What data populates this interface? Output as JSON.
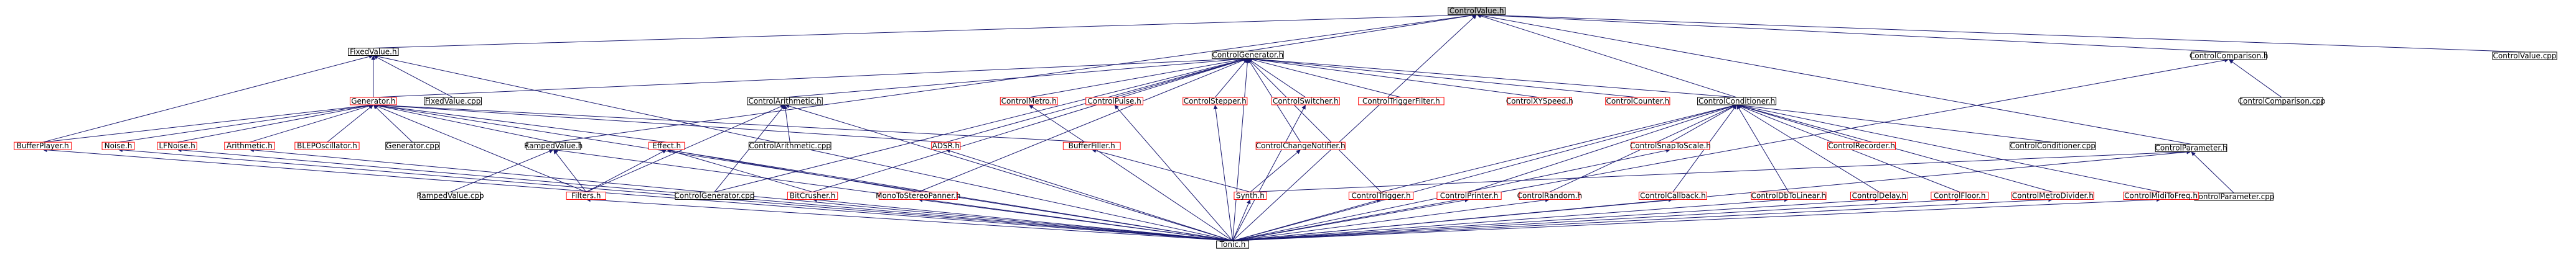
{
  "graph": {
    "type": "include-dependency-graph",
    "colors": {
      "edge": "#191970",
      "node_border_default": "#000000",
      "node_border_linked": "#ff0000",
      "root_fill": "#bfbfbf",
      "node_fill": "#ffffff",
      "text": "#000000"
    },
    "nodes": [
      {
        "id": "ControlValue.h",
        "label": "ControlValue.h",
        "root": true,
        "red": false
      },
      {
        "id": "FixedValue.h",
        "label": "FixedValue.h",
        "red": false
      },
      {
        "id": "ControlGenerator.h",
        "label": "ControlGenerator.h",
        "red": false
      },
      {
        "id": "ControlConditioner.h",
        "label": "ControlConditioner.h",
        "red": false
      },
      {
        "id": "ControlComparison.h",
        "label": "ControlComparison.h",
        "red": false
      },
      {
        "id": "ControlValue.cpp",
        "label": "ControlValue.cpp",
        "red": false
      },
      {
        "id": "Generator.h",
        "label": "Generator.h",
        "red": true
      },
      {
        "id": "FixedValue.cpp",
        "label": "FixedValue.cpp",
        "red": false
      },
      {
        "id": "ControlArithmetic.h",
        "label": "ControlArithmetic.h",
        "red": false
      },
      {
        "id": "ControlMetro.h",
        "label": "ControlMetro.h",
        "red": true
      },
      {
        "id": "ControlPulse.h",
        "label": "ControlPulse.h",
        "red": true
      },
      {
        "id": "ControlStepper.h",
        "label": "ControlStepper.h",
        "red": true
      },
      {
        "id": "ControlSwitcher.h",
        "label": "ControlSwitcher.h",
        "red": true
      },
      {
        "id": "ControlTriggerFilter.h",
        "label": "ControlTriggerFilter.h",
        "red": true
      },
      {
        "id": "ControlXYSpeed.h",
        "label": "ControlXYSpeed.h",
        "red": true
      },
      {
        "id": "ControlCounter.h",
        "label": "ControlCounter.h",
        "red": true
      },
      {
        "id": "ControlComparison.cpp",
        "label": "ControlComparison.cpp",
        "red": false
      },
      {
        "id": "ControlParameter.h",
        "label": "ControlParameter.h",
        "red": false
      },
      {
        "id": "BufferPlayer.h",
        "label": "BufferPlayer.h",
        "red": true
      },
      {
        "id": "Noise.h",
        "label": "Noise.h",
        "red": true
      },
      {
        "id": "LFNoise.h",
        "label": "LFNoise.h",
        "red": true
      },
      {
        "id": "Arithmetic.h",
        "label": "Arithmetic.h",
        "red": true
      },
      {
        "id": "BLEPOscillator.h",
        "label": "BLEPOscillator.h",
        "red": true
      },
      {
        "id": "Generator.cpp",
        "label": "Generator.cpp",
        "red": false
      },
      {
        "id": "RampedValue.h",
        "label": "RampedValue.h",
        "red": false
      },
      {
        "id": "ControlArithmetic.cpp",
        "label": "ControlArithmetic.cpp",
        "red": false
      },
      {
        "id": "Effect.h",
        "label": "Effect.h",
        "red": true
      },
      {
        "id": "ADSR.h",
        "label": "ADSR.h",
        "red": true
      },
      {
        "id": "BufferFiller.h",
        "label": "BufferFiller.h",
        "red": true
      },
      {
        "id": "ControlChangeNotifier.h",
        "label": "ControlChangeNotifier.h",
        "red": true
      },
      {
        "id": "ControlSnapToScale.h",
        "label": "ControlSnapToScale.h",
        "red": true
      },
      {
        "id": "ControlRecorder.h",
        "label": "ControlRecorder.h",
        "red": true
      },
      {
        "id": "ControlConditioner.cpp",
        "label": "ControlConditioner.cpp",
        "red": false
      },
      {
        "id": "ControlParameter.cpp",
        "label": "ControlParameter.cpp",
        "red": false
      },
      {
        "id": "RampedValue.cpp",
        "label": "RampedValue.cpp",
        "red": false
      },
      {
        "id": "ControlGenerator.cpp",
        "label": "ControlGenerator.cpp",
        "red": false
      },
      {
        "id": "Filters.h",
        "label": "Filters.h",
        "red": true
      },
      {
        "id": "BitCrusher.h",
        "label": "BitCrusher.h",
        "red": true
      },
      {
        "id": "MonoToStereoPanner.h",
        "label": "MonoToStereoPanner.h",
        "red": true
      },
      {
        "id": "Synth.h",
        "label": "Synth.h",
        "red": true
      },
      {
        "id": "ControlTrigger.h",
        "label": "ControlTrigger.h",
        "red": true
      },
      {
        "id": "ControlPrinter.h",
        "label": "ControlPrinter.h",
        "red": true
      },
      {
        "id": "ControlRandom.h",
        "label": "ControlRandom.h",
        "red": true
      },
      {
        "id": "ControlCallback.h",
        "label": "ControlCallback.h",
        "red": true
      },
      {
        "id": "ControlDbToLinear.h",
        "label": "ControlDbToLinear.h",
        "red": true
      },
      {
        "id": "ControlDelay.h",
        "label": "ControlDelay.h",
        "red": true
      },
      {
        "id": "ControlFloor.h",
        "label": "ControlFloor.h",
        "red": true
      },
      {
        "id": "ControlMetroDivider.h",
        "label": "ControlMetroDivider.h",
        "red": true
      },
      {
        "id": "ControlMidiToFreq.h",
        "label": "ControlMidiToFreq.h",
        "red": true
      },
      {
        "id": "Tonic.h",
        "label": "Tonic.h",
        "red": false
      }
    ],
    "edges": [
      [
        "FixedValue.h",
        "ControlValue.h"
      ],
      [
        "ControlGenerator.h",
        "ControlValue.h"
      ],
      [
        "ControlConditioner.h",
        "ControlValue.h"
      ],
      [
        "ControlComparison.h",
        "ControlValue.h"
      ],
      [
        "ControlValue.cpp",
        "ControlValue.h"
      ],
      [
        "RampedValue.h",
        "ControlValue.h"
      ],
      [
        "ControlParameter.h",
        "ControlValue.h"
      ],
      [
        "Tonic.h",
        "ControlValue.h"
      ],
      [
        "Generator.h",
        "FixedValue.h"
      ],
      [
        "FixedValue.cpp",
        "FixedValue.h"
      ],
      [
        "BufferPlayer.h",
        "FixedValue.h"
      ],
      [
        "Tonic.h",
        "FixedValue.h"
      ],
      [
        "Generator.h",
        "ControlGenerator.h"
      ],
      [
        "ControlArithmetic.h",
        "ControlGenerator.h"
      ],
      [
        "ControlMetro.h",
        "ControlGenerator.h"
      ],
      [
        "ControlPulse.h",
        "ControlGenerator.h"
      ],
      [
        "ControlStepper.h",
        "ControlGenerator.h"
      ],
      [
        "ControlSwitcher.h",
        "ControlGenerator.h"
      ],
      [
        "ControlTriggerFilter.h",
        "ControlGenerator.h"
      ],
      [
        "ControlXYSpeed.h",
        "ControlGenerator.h"
      ],
      [
        "ControlCounter.h",
        "ControlGenerator.h"
      ],
      [
        "ControlConditioner.h",
        "ControlGenerator.h"
      ],
      [
        "ControlGenerator.cpp",
        "ControlGenerator.h"
      ],
      [
        "ADSR.h",
        "ControlGenerator.h"
      ],
      [
        "ControlChangeNotifier.h",
        "ControlGenerator.h"
      ],
      [
        "BitCrusher.h",
        "ControlGenerator.h"
      ],
      [
        "MonoToStereoPanner.h",
        "ControlGenerator.h"
      ],
      [
        "ControlTrigger.h",
        "ControlGenerator.h"
      ],
      [
        "Tonic.h",
        "ControlGenerator.h"
      ],
      [
        "ControlComparison.cpp",
        "ControlComparison.h"
      ],
      [
        "Tonic.h",
        "ControlComparison.h"
      ],
      [
        "BufferPlayer.h",
        "Generator.h"
      ],
      [
        "Noise.h",
        "Generator.h"
      ],
      [
        "LFNoise.h",
        "Generator.h"
      ],
      [
        "Arithmetic.h",
        "Generator.h"
      ],
      [
        "BLEPOscillator.h",
        "Generator.h"
      ],
      [
        "Generator.cpp",
        "Generator.h"
      ],
      [
        "RampedValue.h",
        "Generator.h"
      ],
      [
        "Effect.h",
        "Generator.h"
      ],
      [
        "ADSR.h",
        "Generator.h"
      ],
      [
        "BufferFiller.h",
        "Generator.h"
      ],
      [
        "Filters.h",
        "Generator.h"
      ],
      [
        "Tonic.h",
        "Generator.h"
      ],
      [
        "ControlArithmetic.cpp",
        "ControlArithmetic.h"
      ],
      [
        "ControlGenerator.cpp",
        "ControlArithmetic.h"
      ],
      [
        "Filters.h",
        "ControlArithmetic.h"
      ],
      [
        "Tonic.h",
        "ControlArithmetic.h"
      ],
      [
        "ControlSnapToScale.h",
        "ControlConditioner.h"
      ],
      [
        "ControlRecorder.h",
        "ControlConditioner.h"
      ],
      [
        "ControlConditioner.cpp",
        "ControlConditioner.h"
      ],
      [
        "ControlPrinter.h",
        "ControlConditioner.h"
      ],
      [
        "ControlRandom.h",
        "ControlConditioner.h"
      ],
      [
        "ControlCallback.h",
        "ControlConditioner.h"
      ],
      [
        "ControlDbToLinear.h",
        "ControlConditioner.h"
      ],
      [
        "ControlDelay.h",
        "ControlConditioner.h"
      ],
      [
        "ControlFloor.h",
        "ControlConditioner.h"
      ],
      [
        "ControlMetroDivider.h",
        "ControlConditioner.h"
      ],
      [
        "ControlMidiToFreq.h",
        "ControlConditioner.h"
      ],
      [
        "ControlTrigger.h",
        "ControlConditioner.h"
      ],
      [
        "Tonic.h",
        "ControlConditioner.h"
      ],
      [
        "ControlParameter.cpp",
        "ControlParameter.h"
      ],
      [
        "Synth.h",
        "ControlParameter.h"
      ],
      [
        "Tonic.h",
        "ControlParameter.h"
      ],
      [
        "RampedValue.cpp",
        "RampedValue.h"
      ],
      [
        "Filters.h",
        "RampedValue.h"
      ],
      [
        "Tonic.h",
        "RampedValue.h"
      ],
      [
        "Filters.h",
        "Effect.h"
      ],
      [
        "BitCrusher.h",
        "Effect.h"
      ],
      [
        "MonoToStereoPanner.h",
        "Effect.h"
      ],
      [
        "Tonic.h",
        "Effect.h"
      ],
      [
        "Synth.h",
        "BufferFiller.h"
      ],
      [
        "Synth.h",
        "ControlChangeNotifier.h"
      ],
      [
        "Tonic.h",
        "Synth.h"
      ],
      [
        "Tonic.h",
        "Filters.h"
      ],
      [
        "Tonic.h",
        "BitCrusher.h"
      ],
      [
        "Tonic.h",
        "MonoToStereoPanner.h"
      ],
      [
        "Tonic.h",
        "ADSR.h"
      ],
      [
        "Tonic.h",
        "ControlMetro.h"
      ],
      [
        "Tonic.h",
        "ControlPulse.h"
      ],
      [
        "Tonic.h",
        "ControlStepper.h"
      ],
      [
        "Tonic.h",
        "ControlSwitcher.h"
      ],
      [
        "Tonic.h",
        "ControlTrigger.h"
      ],
      [
        "Tonic.h",
        "ControlPrinter.h"
      ],
      [
        "Tonic.h",
        "ControlRandom.h"
      ],
      [
        "Tonic.h",
        "ControlCallback.h"
      ],
      [
        "Tonic.h",
        "ControlDbToLinear.h"
      ],
      [
        "Tonic.h",
        "ControlDelay.h"
      ],
      [
        "Tonic.h",
        "ControlFloor.h"
      ],
      [
        "Tonic.h",
        "ControlMetroDivider.h"
      ],
      [
        "Tonic.h",
        "ControlMidiToFreq.h"
      ],
      [
        "Tonic.h",
        "ControlSnapToScale.h"
      ],
      [
        "Tonic.h",
        "BufferPlayer.h"
      ],
      [
        "Tonic.h",
        "Noise.h"
      ],
      [
        "Tonic.h",
        "LFNoise.h"
      ],
      [
        "Tonic.h",
        "Arithmetic.h"
      ]
    ]
  }
}
